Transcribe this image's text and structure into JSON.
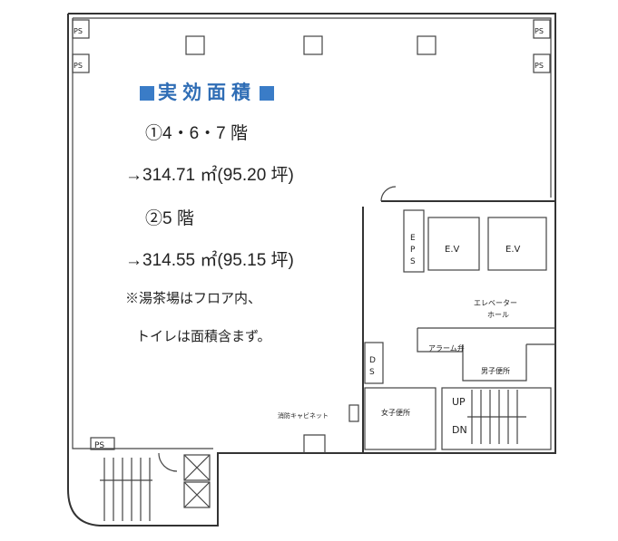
{
  "title": "実効面積",
  "floors": [
    {
      "label": "①4・6・7 階",
      "area": "→314.71 ㎡(95.20 坪)"
    },
    {
      "label": "②5 階",
      "area": "→314.55 ㎡(95.15 坪)"
    }
  ],
  "notes": [
    "※湯茶場はフロア内、",
    "トイレは面積含まず。"
  ],
  "plan_labels": {
    "ps": "PS",
    "eps": [
      "E",
      "P",
      "S"
    ],
    "ev": "E.V",
    "elevator_hall": [
      "エレベーター",
      "ホール"
    ],
    "alarm_valve": "アラーム弁",
    "mens_toilet": "男子便所",
    "ds": [
      "D",
      "S"
    ],
    "womens_toilet": "女子便所",
    "up": "UP",
    "dn": "DN",
    "cabinet": "消防キャビネット"
  },
  "colors": {
    "title": "#2f6db5",
    "line": "#333333"
  }
}
